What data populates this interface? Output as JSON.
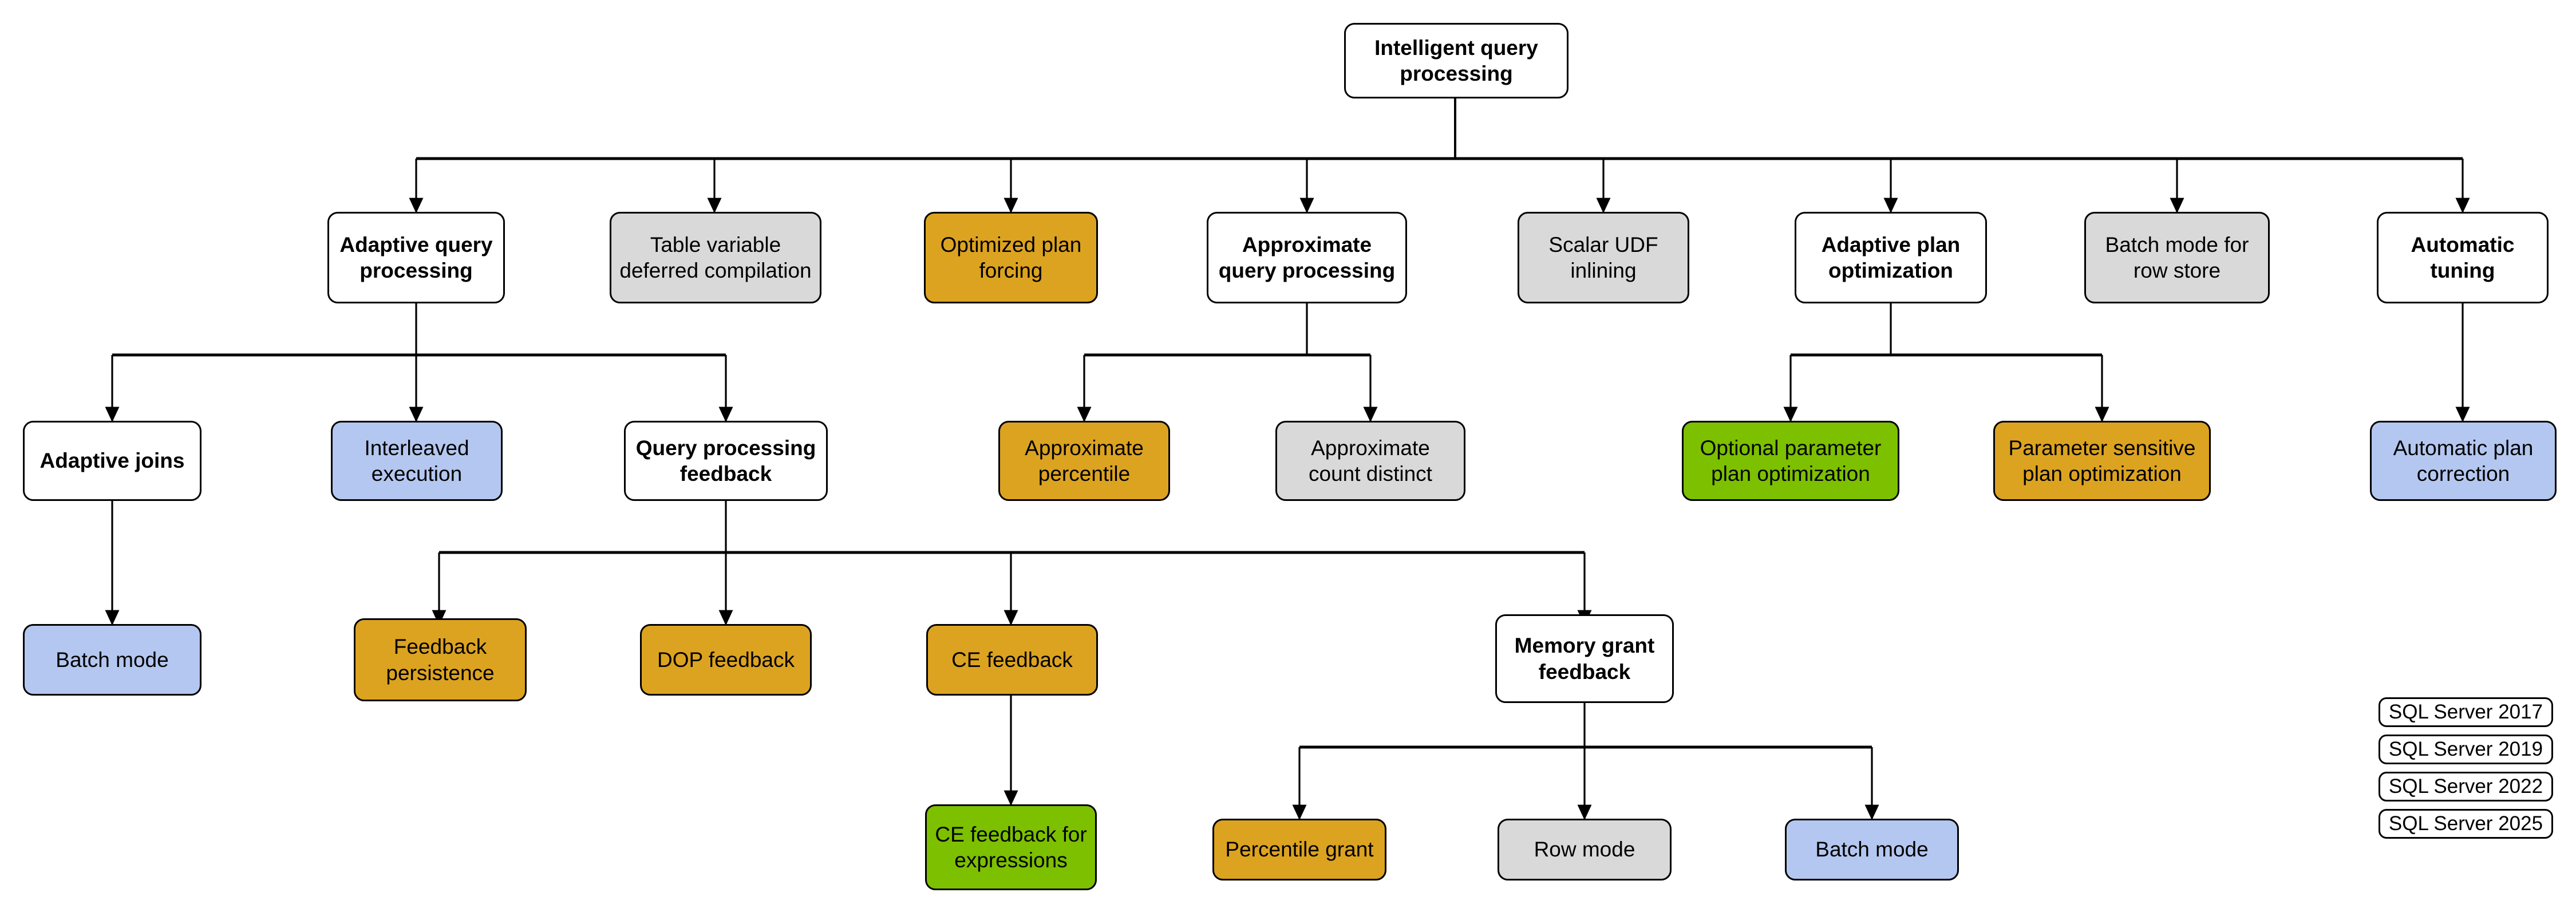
{
  "diagram": {
    "title": "Intelligent query processing",
    "palette": {
      "sql_server_2017": "#b4c7f0",
      "sql_server_2019": "#d9d9d9",
      "sql_server_2022": "#dca321",
      "sql_server_2025": "#7cc000",
      "unversioned": "#ffffff",
      "line": "#000000"
    },
    "root": {
      "label": "Intelligent query processing"
    },
    "level2": [
      {
        "label": "Adaptive query\nprocessing",
        "style": "plain",
        "bold": true
      },
      {
        "label": "Table variable\ndeferred compilation",
        "style": "ss2019",
        "bold": false
      },
      {
        "label": "Optimized plan\nforcing",
        "style": "ss2022",
        "bold": false
      },
      {
        "label": "Approximate\nquery processing",
        "style": "plain",
        "bold": true
      },
      {
        "label": "Scalar UDF\ninlining",
        "style": "ss2019",
        "bold": false
      },
      {
        "label": "Adaptive plan\noptimization",
        "style": "plain",
        "bold": true
      },
      {
        "label": "Batch mode for\nrow store",
        "style": "ss2019",
        "bold": false
      },
      {
        "label": "Automatic\ntuning",
        "style": "plain",
        "bold": true
      }
    ],
    "level3": [
      {
        "label": "Adaptive joins",
        "style": "plain",
        "bold": true
      },
      {
        "label": "Interleaved\nexecution",
        "style": "ss2017",
        "bold": false
      },
      {
        "label": "Query processing\nfeedback",
        "style": "plain",
        "bold": true
      },
      {
        "label": "Approximate\npercentile",
        "style": "ss2022",
        "bold": false
      },
      {
        "label": "Approximate\ncount distinct",
        "style": "ss2019",
        "bold": false
      },
      {
        "label": "Optional parameter\nplan optimization",
        "style": "ss2025",
        "bold": false
      },
      {
        "label": "Parameter sensitive\nplan optimization",
        "style": "ss2022",
        "bold": false
      },
      {
        "label": "Automatic plan\ncorrection",
        "style": "ss2017",
        "bold": false
      }
    ],
    "level4": [
      {
        "label": "Batch mode",
        "style": "ss2017",
        "bold": false
      },
      {
        "label": "Feedback\npersistence",
        "style": "ss2022",
        "bold": false
      },
      {
        "label": "DOP feedback",
        "style": "ss2022",
        "bold": false
      },
      {
        "label": "CE feedback",
        "style": "ss2022",
        "bold": false
      },
      {
        "label": "Memory grant\nfeedback",
        "style": "plain",
        "bold": true
      }
    ],
    "level5": [
      {
        "label": "CE feedback for\nexpressions",
        "style": "ss2025",
        "bold": false
      },
      {
        "label": "Percentile grant",
        "style": "ss2022",
        "bold": false
      },
      {
        "label": "Row mode",
        "style": "ss2019",
        "bold": false
      },
      {
        "label": "Batch mode",
        "style": "ss2017",
        "bold": false
      }
    ],
    "legend": [
      {
        "label": "SQL Server 2017",
        "style": "ss2017"
      },
      {
        "label": "SQL Server 2019",
        "style": "ss2019"
      },
      {
        "label": "SQL Server 2022",
        "style": "ss2022"
      },
      {
        "label": "SQL Server 2025",
        "style": "ss2025"
      }
    ]
  }
}
